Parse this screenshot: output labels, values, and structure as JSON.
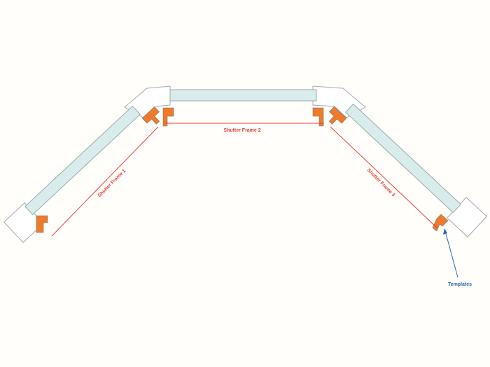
{
  "labels": {
    "frame1": "Shutter Frame 1",
    "frame2": "Shutter Frame 2",
    "frame3": "Shutter Frame 3",
    "templates": "Templates"
  },
  "colors": {
    "background": "#fffefa",
    "glass": "#d8ecec",
    "template": "#f07a2a",
    "frame_line": "#e8403a",
    "annotation": "#2a6ab0",
    "outline": "#a0a0a0"
  }
}
